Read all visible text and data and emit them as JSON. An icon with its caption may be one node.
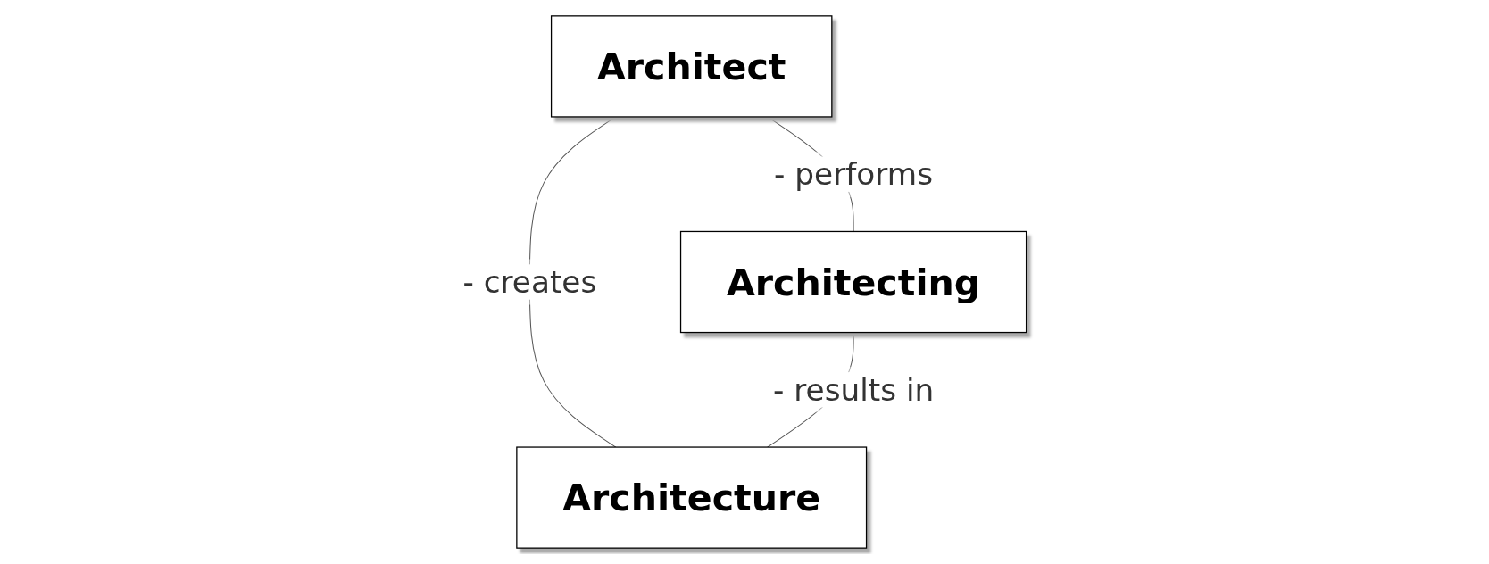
{
  "diagram": {
    "nodes": [
      {
        "text": [
          "Architect"
        ]
      },
      {
        "text": [
          "Architecting"
        ]
      },
      {
        "text": [
          "Architecture"
        ]
      }
    ],
    "edges": [
      {
        "from": 0,
        "to": 1,
        "arrow": "none",
        "label": "- performs"
      },
      {
        "from": 0,
        "to": 2,
        "arrow": "none",
        "label": "- creates"
      },
      {
        "from": 1,
        "to": 2,
        "arrow": "none",
        "label": "- results in"
      }
    ]
  }
}
